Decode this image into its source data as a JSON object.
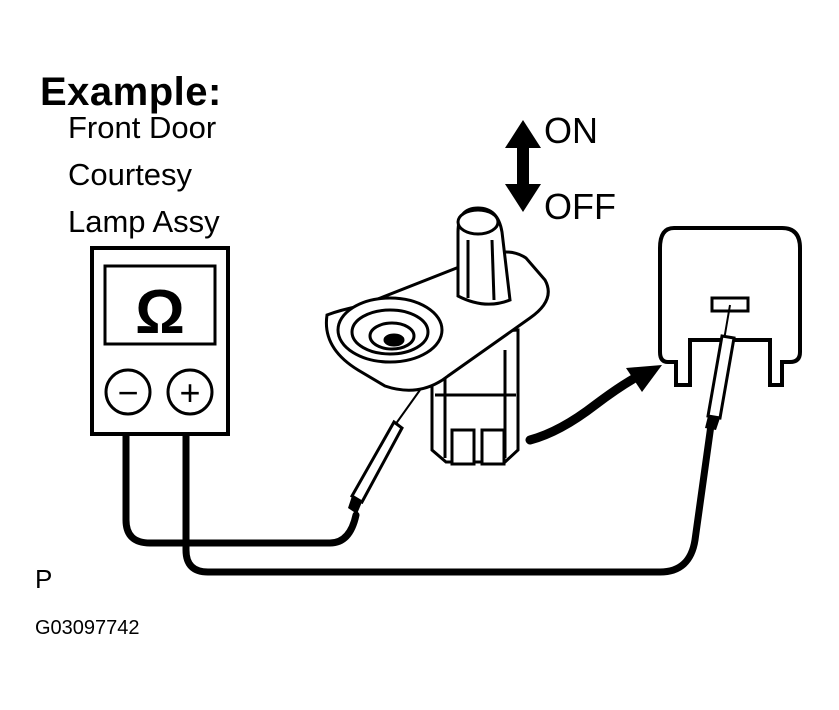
{
  "caption": {
    "title": "Example:",
    "lines": [
      "Front Door",
      "Courtesy",
      "Lamp Assy"
    ]
  },
  "switch_state": {
    "on": "ON",
    "off": "OFF"
  },
  "meter": {
    "symbol": "Ω",
    "minus": "−",
    "plus": "+"
  },
  "footer": {
    "page_mark": "P",
    "figure_code": "G03097742"
  },
  "colors": {
    "ink": "#000000",
    "paper": "#ffffff"
  }
}
